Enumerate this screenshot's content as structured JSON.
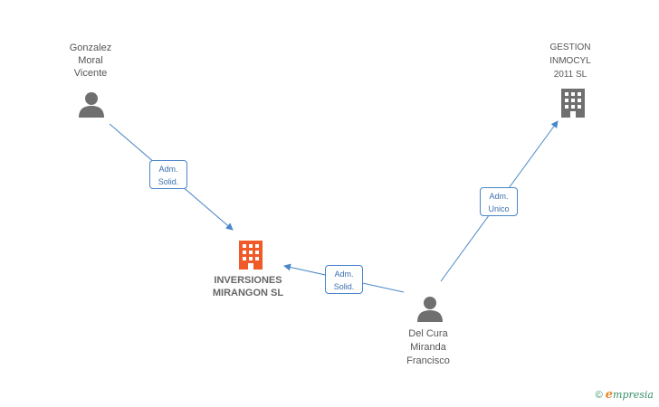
{
  "nodes": {
    "gonzalez": {
      "line1": "Gonzalez",
      "line2": "Moral",
      "line3": "Vicente",
      "icon": "person-icon"
    },
    "gestion": {
      "line1": "GESTION",
      "line2": "INMOCYL",
      "line3": "2011 SL",
      "icon": "building-icon"
    },
    "inversiones": {
      "line1": "INVERSIONES",
      "line2": "MIRANGON SL",
      "icon": "building-icon",
      "color": "#f05a28"
    },
    "delcura": {
      "line1": "Del Cura",
      "line2": "Miranda",
      "line3": "Francisco",
      "icon": "person-icon"
    }
  },
  "edges": {
    "gonzalez_inversiones": {
      "line1": "Adm.",
      "line2": "Solid."
    },
    "delcura_gestion": {
      "line1": "Adm.",
      "line2": "Unico"
    },
    "delcura_inversiones": {
      "line1": "Adm.",
      "line2": "Solid."
    }
  },
  "colors": {
    "edge": "#4a86c8",
    "icon": "#6f6f6f",
    "focus": "#f05a28"
  },
  "footer": {
    "copyright": "©",
    "brand_initial": "e",
    "brand_rest": "mpresia"
  }
}
